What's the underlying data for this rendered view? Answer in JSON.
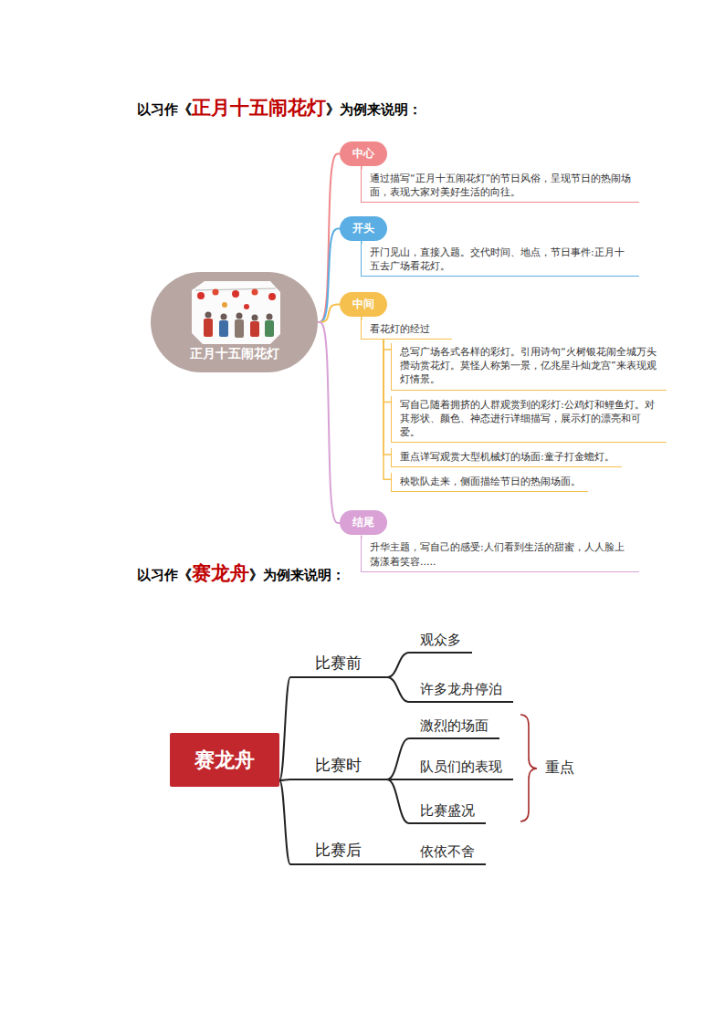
{
  "diagram": {
    "nodes": [
      {
        "text": [
          "正月十五闹花灯"
        ]
      },
      {
        "text": [
          "中心"
        ]
      },
      {
        "text": [
          "通过描写“正月十五闹花灯”的节日风俗，呈现节日的热闹场面，表现大家对美好生活的向往。"
        ]
      },
      {
        "text": [
          "开头"
        ]
      },
      {
        "text": [
          "开门见山，直接入题。交代时间、地点，节日事件:正月十五去广场看花灯。"
        ]
      },
      {
        "text": [
          "中间"
        ]
      },
      {
        "text": [
          "看花灯的经过"
        ]
      },
      {
        "text": [
          "总写广场各式各样的彩灯。引用诗句“火树银花闹全城万头攒动赏花灯。莫怪人称第一景，亿兆星斗灿龙宫”来表现观灯情景。"
        ]
      },
      {
        "text": [
          "写自己随着拥挤的人群观赏到的彩灯:公鸡灯和鲤鱼灯。对其形状、颜色、神态进行详细描写，展示灯的漂亮和可爱。"
        ]
      },
      {
        "text": [
          "重点详写观赏大型机械灯的场面:童子打金蟾灯。"
        ]
      },
      {
        "text": [
          "秧歌队走来，侧面描绘节日的热闹场面。"
        ]
      },
      {
        "text": [
          "结尾"
        ]
      },
      {
        "text": [
          "升华主题，写自己的感受:人们看到生活的甜蜜，人人脸上荡漾着笑容....."
        ]
      },
      {
        "text": [
          "赛龙舟"
        ]
      },
      {
        "text": [
          "比赛前"
        ]
      },
      {
        "text": [
          "观众多"
        ]
      },
      {
        "text": [
          "许多龙舟停泊"
        ]
      },
      {
        "text": [
          "比赛时"
        ]
      },
      {
        "text": [
          "激烈的场面"
        ]
      },
      {
        "text": [
          "队员们的表现"
        ]
      },
      {
        "text": [
          "比赛盛况"
        ]
      },
      {
        "text": [
          "比赛后"
        ]
      },
      {
        "text": [
          "依依不舍"
        ]
      }
    ],
    "edges": [
      {
        "from": 0,
        "to": 1,
        "arrow": "none"
      },
      {
        "from": 0,
        "to": 3,
        "arrow": "none"
      },
      {
        "from": 0,
        "to": 5,
        "arrow": "none"
      },
      {
        "from": 0,
        "to": 11,
        "arrow": "none"
      },
      {
        "from": 1,
        "to": 2,
        "arrow": "none"
      },
      {
        "from": 3,
        "to": 4,
        "arrow": "none"
      },
      {
        "from": 5,
        "to": 6,
        "arrow": "none"
      },
      {
        "from": 6,
        "to": 7,
        "arrow": "none"
      },
      {
        "from": 6,
        "to": 8,
        "arrow": "none"
      },
      {
        "from": 6,
        "to": 9,
        "arrow": "none"
      },
      {
        "from": 6,
        "to": 10,
        "arrow": "none"
      },
      {
        "from": 11,
        "to": 12,
        "arrow": "none"
      },
      {
        "from": 13,
        "to": 14,
        "arrow": "none"
      },
      {
        "from": 13,
        "to": 17,
        "arrow": "none"
      },
      {
        "from": 13,
        "to": 21,
        "arrow": "none"
      },
      {
        "from": 14,
        "to": 15,
        "arrow": "none"
      },
      {
        "from": 14,
        "to": 16,
        "arrow": "none"
      },
      {
        "from": 17,
        "to": 18,
        "arrow": "none"
      },
      {
        "from": 17,
        "to": 19,
        "arrow": "none"
      },
      {
        "from": 17,
        "to": 20,
        "arrow": "none"
      },
      {
        "from": 21,
        "to": 22,
        "arrow": "none"
      }
    ],
    "labels": [
      "以习作《",
      "正月十五闹花灯",
      "》为例来说明：",
      "以习作《",
      "赛龙舟",
      "》为例来说明：",
      "重点"
    ]
  }
}
